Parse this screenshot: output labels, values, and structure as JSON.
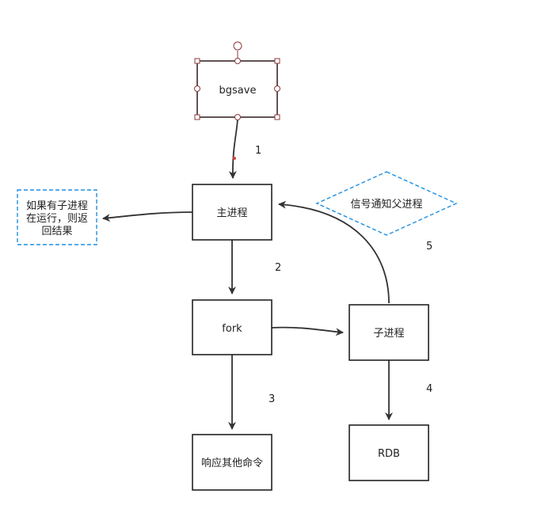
{
  "nodes": {
    "bgsave": "bgsave",
    "main_process": "主进程",
    "fork": "fork",
    "child_process": "子进程",
    "respond": "响应其他命令",
    "rdb": "RDB",
    "note_line1": "如果有子进程",
    "note_line2": "在运行，则返",
    "note_line3": "回结果",
    "signal": "信号通知父进程"
  },
  "steps": {
    "s1": "1",
    "s2": "2",
    "s3": "3",
    "s4": "4",
    "s5": "5"
  },
  "colors": {
    "box_stroke": "#222222",
    "note_dashed": "#1f8fe0",
    "selection_handle": "#8b3a3a",
    "edge": "#333333"
  }
}
